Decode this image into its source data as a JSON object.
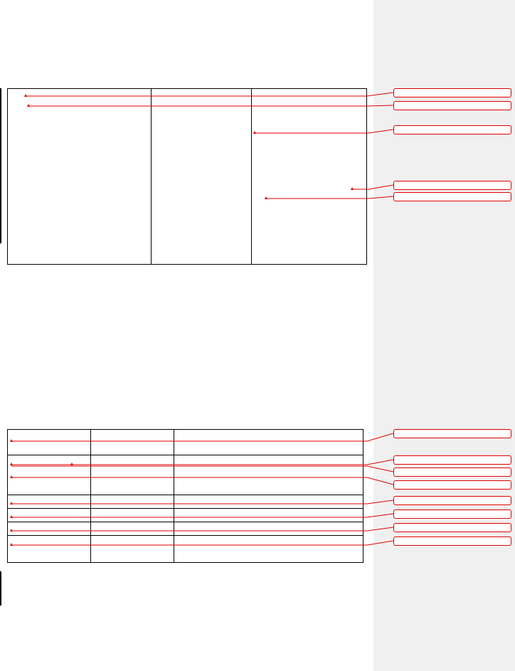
{
  "document": {
    "table1": {
      "columns": [
        "",
        "",
        ""
      ],
      "cells": []
    },
    "table2": {
      "columns": [
        "",
        "",
        ""
      ],
      "rows": [
        [
          "",
          "",
          ""
        ],
        [
          "",
          "",
          ""
        ],
        [
          "",
          "",
          ""
        ],
        [
          "",
          "",
          ""
        ],
        [
          "",
          "",
          ""
        ],
        [
          "",
          "",
          ""
        ]
      ]
    }
  },
  "comments": [
    {
      "id": "c1",
      "text": ""
    },
    {
      "id": "c2",
      "text": ""
    },
    {
      "id": "c3",
      "text": ""
    },
    {
      "id": "c4",
      "text": ""
    },
    {
      "id": "c5",
      "text": ""
    },
    {
      "id": "c6",
      "text": ""
    },
    {
      "id": "c7",
      "text": ""
    },
    {
      "id": "c8",
      "text": ""
    },
    {
      "id": "c9",
      "text": ""
    },
    {
      "id": "c10",
      "text": ""
    },
    {
      "id": "c11",
      "text": ""
    },
    {
      "id": "c12",
      "text": ""
    },
    {
      "id": "c13",
      "text": ""
    }
  ],
  "colors": {
    "page_background": "#ffffff",
    "comment_pane_background": "#f0f0f0",
    "markup_red": "#e00000",
    "table_border": "#000000"
  }
}
